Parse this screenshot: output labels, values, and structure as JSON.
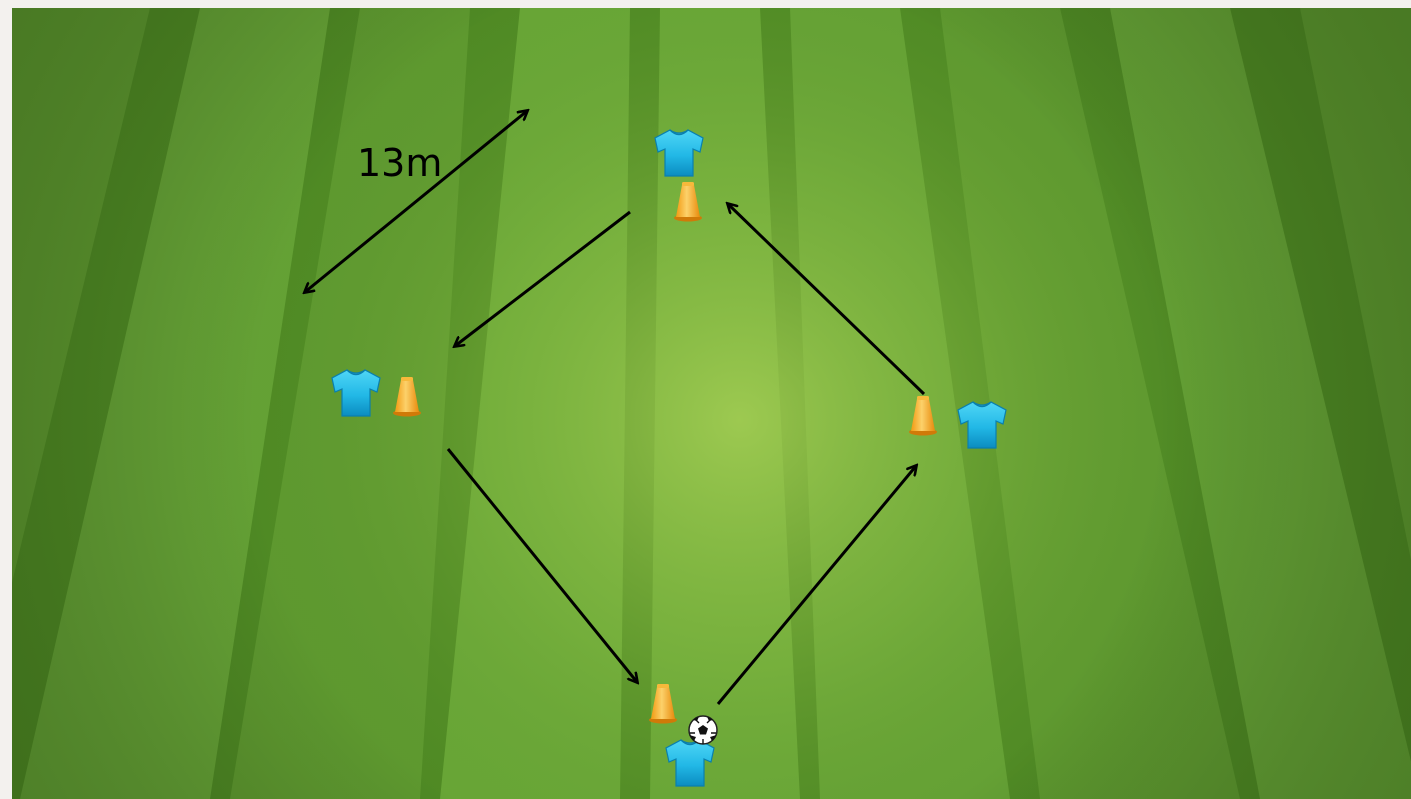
{
  "diagram": {
    "distance_label": "13m",
    "colors": {
      "pitch_dark": "#4f8a24",
      "pitch_light": "#6ba83a",
      "pitch_center": "#97c54a",
      "background": "#f3f1ee",
      "shirt": "#28c3ee",
      "shirt_dark": "#0c8fbf",
      "cone": "#f6a81f",
      "cone_light": "#fcd16a",
      "arrow": "#000000"
    },
    "elements": {
      "players": 4,
      "cones": 4,
      "ball": 1,
      "passing_arrows": 4,
      "measure_arrows": 1
    }
  }
}
